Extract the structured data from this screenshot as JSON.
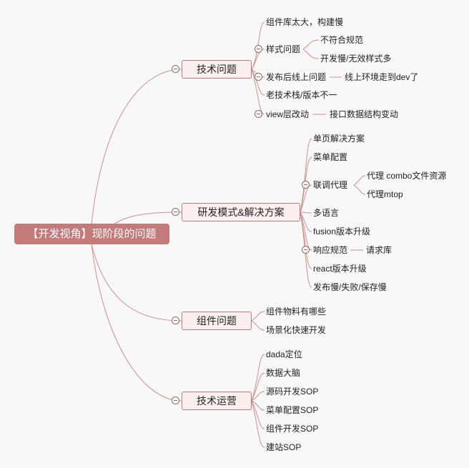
{
  "root": {
    "label": "【开发视角】现阶段的问题"
  },
  "branches": [
    {
      "label": "技术问题",
      "children": [
        {
          "label": "组件库太大，构建慢"
        },
        {
          "label": "样式问题",
          "children": [
            "不符合规范",
            "开发慢/无效样式多"
          ]
        },
        {
          "label": "发布后线上问题",
          "children": [
            "线上环境走到dev了"
          ]
        },
        {
          "label": "老技术栈/版本不一"
        },
        {
          "label": "view层改动",
          "children": [
            "接口数据结构变动"
          ]
        }
      ]
    },
    {
      "label": "研发模式&解决方案",
      "children": [
        {
          "label": "单页解决方案"
        },
        {
          "label": "菜单配置"
        },
        {
          "label": "联调代理",
          "children": [
            "代理 combo文件资源",
            "代理mtop"
          ]
        },
        {
          "label": "多语言"
        },
        {
          "label": "fusion版本升级"
        },
        {
          "label": "响应规范",
          "children": [
            "请求库"
          ]
        },
        {
          "label": "react版本升级"
        },
        {
          "label": "发布慢/失败/保存慢"
        }
      ]
    },
    {
      "label": "组件问题",
      "children": [
        {
          "label": "组件物料有哪些"
        },
        {
          "label": "场景化快速开发"
        }
      ]
    },
    {
      "label": "技术运营",
      "children": [
        {
          "label": "dada定位"
        },
        {
          "label": "数据大脑"
        },
        {
          "label": "源码开发SOP"
        },
        {
          "label": "菜单配置SOP"
        },
        {
          "label": "组件开发SOP"
        },
        {
          "label": "建站SOP"
        }
      ]
    }
  ]
}
